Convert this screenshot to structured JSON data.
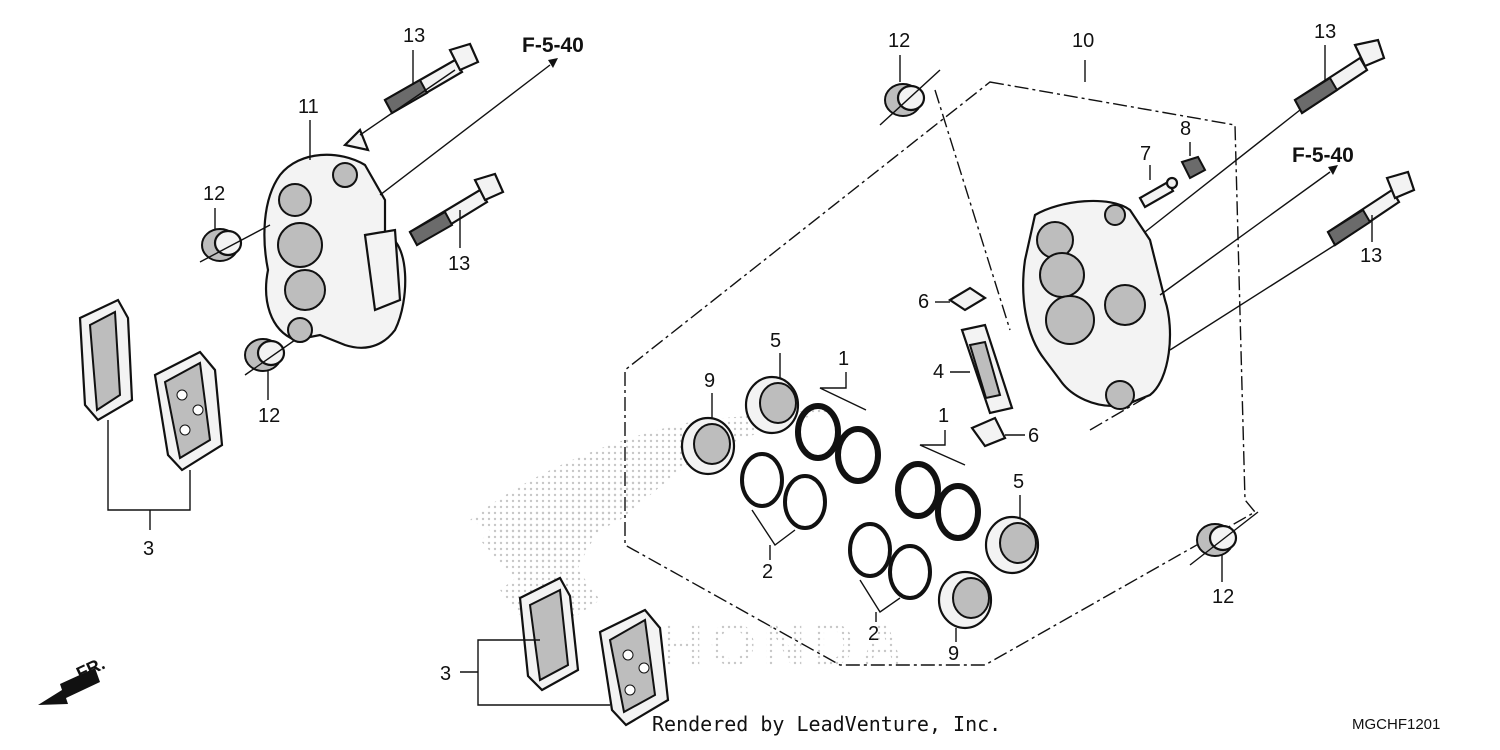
{
  "callouts": {
    "c13_top_left": "13",
    "c13_mid_left": "13",
    "c13_top_right": "13",
    "c13_mid_right": "13",
    "c12_left_a": "12",
    "c12_left_b": "12",
    "c12_top_right": "12",
    "c12_bottom_right": "12",
    "c11": "11",
    "c10": "10",
    "c8": "8",
    "c7": "7",
    "c6_a": "6",
    "c6_b": "6",
    "c4": "4",
    "c5_a": "5",
    "c5_b": "5",
    "c9_a": "9",
    "c9_b": "9",
    "c1_a": "1",
    "c1_b": "1",
    "c2_a": "2",
    "c2_b": "2",
    "c3_left": "3",
    "c3_bottom": "3"
  },
  "refs": {
    "ref_left": "F-5-40",
    "ref_right": "F-5-40"
  },
  "front_arrow_label": "FR.",
  "watermark": "HONDA",
  "footer": {
    "rendered_by": "Rendered by LeadVenture, Inc.",
    "code": "MGCHF1201"
  }
}
